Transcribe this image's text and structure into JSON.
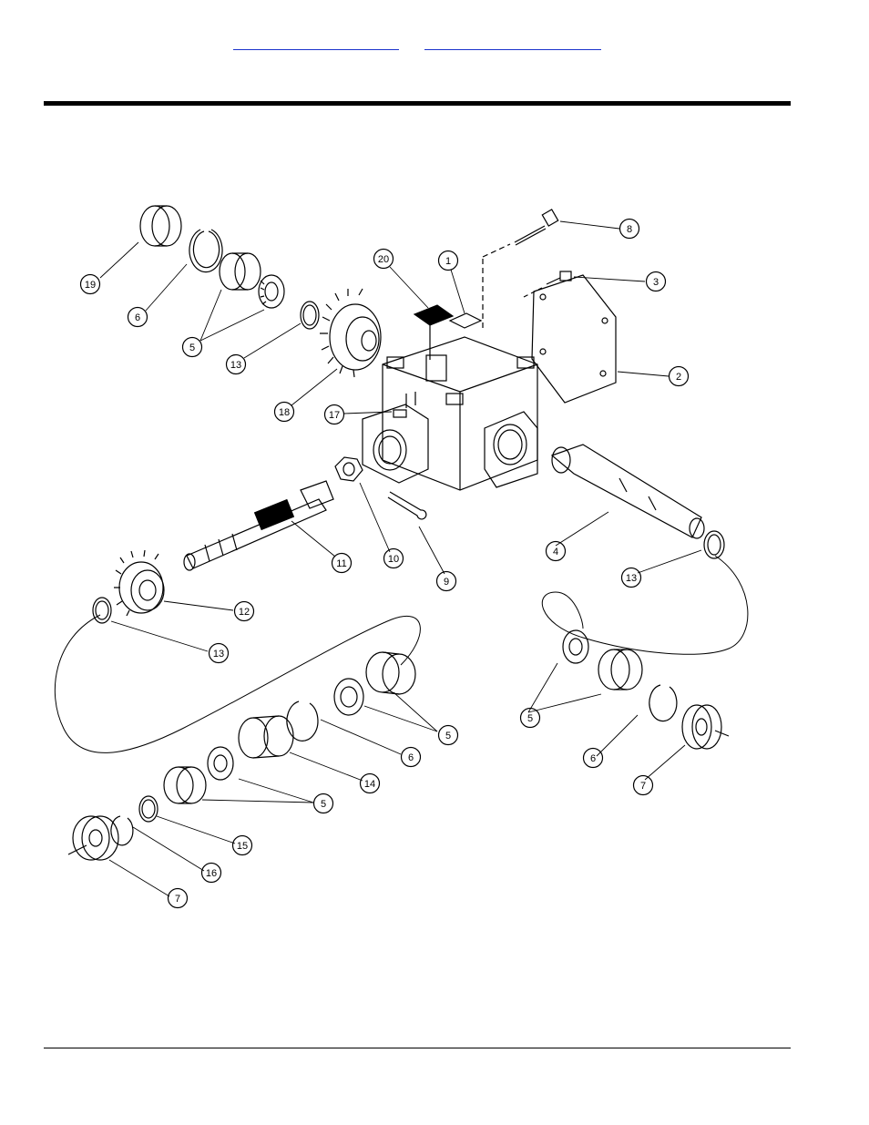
{
  "nav_links": [
    "",
    ""
  ],
  "callouts": {
    "c1": "1",
    "c2": "2",
    "c3": "3",
    "c4": "4",
    "c5a": "5",
    "c5b": "5",
    "c5c": "5",
    "c5d": "5",
    "c6a": "6",
    "c6b": "6",
    "c6c": "6",
    "c7a": "7",
    "c7b": "7",
    "c8": "8",
    "c9": "9",
    "c10": "10",
    "c11": "11",
    "c12": "12",
    "c13a": "13",
    "c13b": "13",
    "c13c": "13",
    "c14": "14",
    "c15": "15",
    "c16": "16",
    "c17": "17",
    "c18": "18",
    "c19": "19",
    "c20": "20"
  }
}
